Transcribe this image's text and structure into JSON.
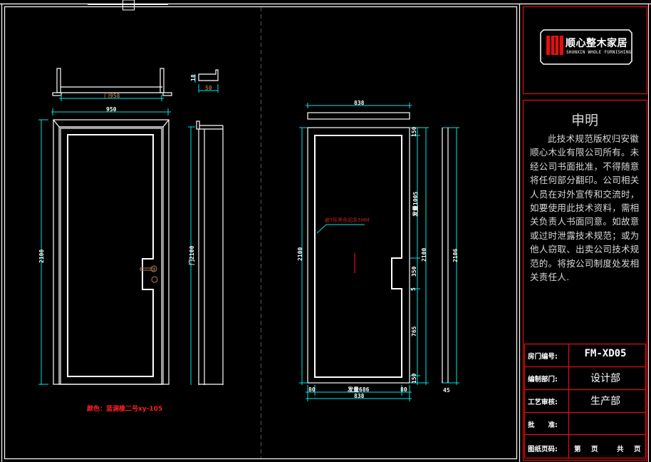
{
  "title_block": {
    "company_logo": {
      "name_cn": "顺心整木家居",
      "name_en": "SHUNXIN WHOLE FURNISHING",
      "brand_color": "#e01010"
    },
    "statement": {
      "title": "申明",
      "body": "此技术规范版权归安徽顺心木业有限公司所有。未经公司书面批准，不得随意将任何部分翻印。公司相关人员在对外宣传和交流时，如要使用此技术资料，需相关负责人书面同意。如故意或过时泄露技术规范；或为他人窃取、出卖公司技术规范的。将按公司制度处发相关责任人."
    },
    "rows": [
      {
        "label": "房门编号:",
        "value": "FM-XD05"
      },
      {
        "label": "编制部门:",
        "value": "设计部"
      },
      {
        "label": "工艺审核:",
        "value": "生产部"
      },
      {
        "label": "批　　准:",
        "value": ""
      },
      {
        "label": "图纸页码:",
        "value": "",
        "page_prefix": "第",
        "page_unit": "页",
        "total_prefix": "共",
        "total_unit": "页"
      }
    ],
    "border_color": "#e01010"
  },
  "drawing_left": {
    "top_view_dim": "门958",
    "frame_width_dim": "950",
    "height_dim": "2108",
    "door_height_dim": "门2100",
    "section_depth_dim": "18",
    "section_width_dim": "50",
    "color_note": "颜色：蓝调橡二号xy-105"
  },
  "drawing_right": {
    "top_dim": "838",
    "height_left_dim": "2100",
    "height_right_dim": "2100",
    "side_height_dim": "2106",
    "top_margin_dim": "150",
    "panel_height_dim": "发量1005",
    "handle_cut_dim": "350",
    "gap_dim": "5",
    "lower_dim": "765",
    "bottom_dim": "150",
    "bottom_left_dim": "80",
    "bottom_center_dim": "发量686",
    "bottom_right_dim": "80",
    "bottom_total_dim": "838",
    "side_bottom_dim": "45",
    "strip_note": "嵌T形黑色铝条5MM"
  },
  "colors": {
    "line": "#ffffff",
    "dimension": "#00e5e5",
    "hardware": "#9a6b4a",
    "annotation": "#ff2020"
  }
}
